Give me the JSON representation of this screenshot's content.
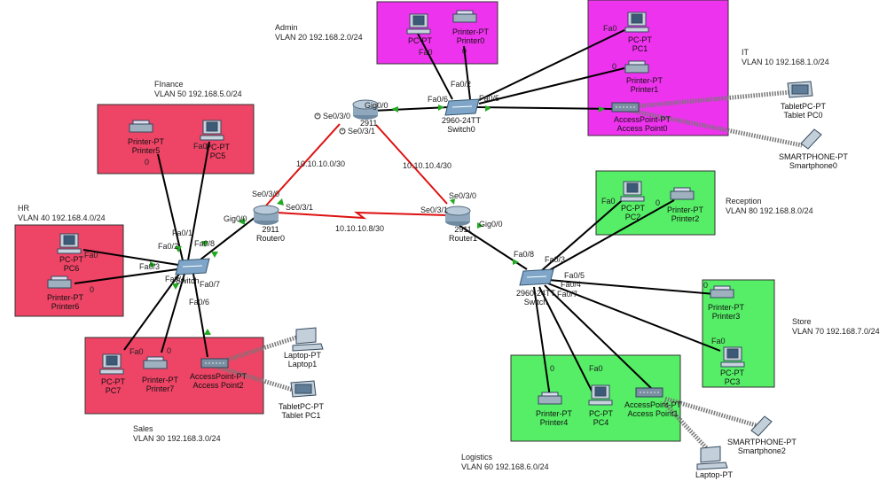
{
  "colors": {
    "admin": "#ee33ee",
    "it": "#ee33ee",
    "finance": "#ee4466",
    "hr": "#ee4466",
    "sales": "#ee4466",
    "reception": "#55ee66",
    "store": "#55ee66",
    "logistics": "#55ee66",
    "link": "#000000",
    "serial": "#dd1111",
    "wireless": "#777777",
    "port_ok": "#22aa22"
  },
  "zones": {
    "admin": {
      "title": "Admin",
      "subnet": "VLAN 20 192.168.2.0/24"
    },
    "it": {
      "title": "IT",
      "subnet": "VLAN 10 192.168.1.0/24"
    },
    "finance": {
      "title": "FInance",
      "subnet": "VLAN 50 192.168.5.0/24"
    },
    "hr": {
      "title": "HR",
      "subnet": "VLAN 40 192.168.4.0/24"
    },
    "sales": {
      "title": "Sales",
      "subnet": "VLAN 30 192.168.3.0/24"
    },
    "reception": {
      "title": "Reception",
      "subnet": "VLAN 80 192.168.8.0/24"
    },
    "store": {
      "title": "Store",
      "subnet": "VLAN 70 192.168.7.0/24"
    },
    "logistics": {
      "title": "Logistics",
      "subnet": "VLAN 60 192.168.6.0/24"
    }
  },
  "networks": {
    "n1": "10.10.10.0/30",
    "n2": "10.10.10.4/30",
    "n3": "10.10.10.8/30"
  },
  "devices": {
    "router0": {
      "type": "2911",
      "name": "Router0"
    },
    "router1": {
      "type": "2911",
      "name": "Router1"
    },
    "router2": {
      "type": "2911",
      "name": ""
    },
    "switch0": {
      "type": "2960-24TT",
      "name": "Switch0"
    },
    "switch_left": {
      "type": "2960-24TT",
      "name": "Switch"
    },
    "switch_right": {
      "type": "2960-24TT",
      "name": "Switch"
    },
    "pc0": {
      "type": "PC-PT",
      "name": "PC0"
    },
    "printer0": {
      "type": "Printer-PT",
      "name": "Printer0"
    },
    "pc1": {
      "type": "PC-PT",
      "name": "PC1"
    },
    "printer1": {
      "type": "Printer-PT",
      "name": "Printer1"
    },
    "ap0": {
      "type": "AccessPoint-PT",
      "name": "Access Point0"
    },
    "tabletpc0": {
      "type": "TabletPC-PT",
      "name": "Tablet PC0"
    },
    "smartphone0": {
      "type": "SMARTPHONE-PT",
      "name": "Smartphone0"
    },
    "printer5": {
      "type": "Printer-PT",
      "name": "Printer5"
    },
    "pc5": {
      "type": "PC-PT",
      "name": "PC5"
    },
    "pc6": {
      "type": "PC-PT",
      "name": "PC6"
    },
    "printer6": {
      "type": "Printer-PT",
      "name": "Printer6"
    },
    "pc7": {
      "type": "PC-PT",
      "name": "PC7"
    },
    "printer7": {
      "type": "Printer-PT",
      "name": "Printer7"
    },
    "ap2": {
      "type": "AccessPoint-PT",
      "name": "Access Point2"
    },
    "laptop1": {
      "type": "Laptop-PT",
      "name": "Laptop1"
    },
    "tabletpc1": {
      "type": "TabletPC-PT",
      "name": "Tablet PC1"
    },
    "pc2": {
      "type": "PC-PT",
      "name": "PC2"
    },
    "printer2": {
      "type": "Printer-PT",
      "name": "Printer2"
    },
    "printer3": {
      "type": "Printer-PT",
      "name": "Printer3"
    },
    "pc3": {
      "type": "PC-PT",
      "name": "PC3"
    },
    "printer4": {
      "type": "Printer-PT",
      "name": "Printer4"
    },
    "pc4": {
      "type": "PC-PT",
      "name": "PC4"
    },
    "ap1": {
      "type": "AccessPoint-PT",
      "name": "Access Point1"
    },
    "smartphone2": {
      "type": "SMARTPHONE-PT",
      "name": "Smartphone2"
    },
    "laptop_lower": {
      "type": "Laptop-PT",
      "name": ""
    }
  },
  "ports": {
    "r2_gig": "Gig0/0",
    "r2_se30": "Se0/3/0",
    "r2_se31": "Se0/3/1",
    "r0_se30": "Se0/3/0",
    "r0_se31": "Se0/3/1",
    "r0_gig": "Gig0/0",
    "r1_se31": "Se0/3/1",
    "r1_se30": "Se0/3/0",
    "r1_gig": "Gig0/0",
    "s0_fa06": "Fa0/6",
    "s0_fa02": "Fa0/2",
    "s0_fa05": "Fa0/5",
    "sl_fa01": "Fa0/1",
    "sl_fa02": "Fa0/2",
    "sl_fa08": "Fa0/8",
    "sl_fa03": "Fa0/3",
    "sl_fa04": "Fa0/4",
    "sl_fa07": "Fa0/7",
    "sl_fa06": "Fa0/6",
    "sr_fa08": "Fa0/8",
    "sr_fa03": "Fa0/3",
    "sr_fa05": "Fa0/5",
    "sr_fa04": "Fa0/4",
    "sr_fa07": "Fa0/7",
    "fa0": "Fa0",
    "zero": "0"
  }
}
